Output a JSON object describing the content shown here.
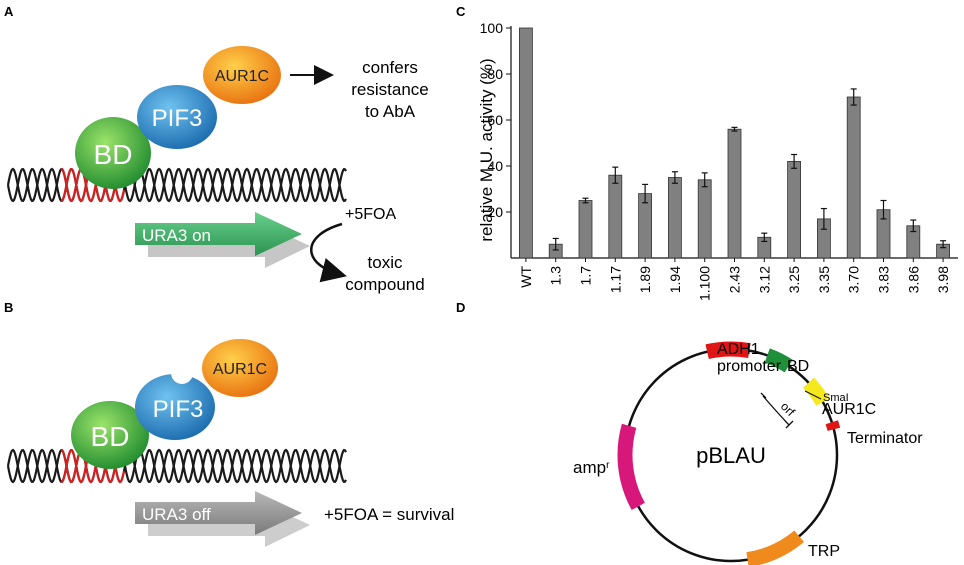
{
  "panels": {
    "a": {
      "label": "A",
      "bd": "BD",
      "pif3": "PIF3",
      "aur1c": "AUR1C",
      "result_line1": "confers",
      "result_line2": "resistance",
      "result_line3": "to AbA",
      "ura3": "URA3 on",
      "foa": "+5FOA",
      "toxic_line1": "toxic",
      "toxic_line2": "compound"
    },
    "b": {
      "label": "B",
      "bd": "BD",
      "pif3": "PIF3",
      "aur1c": "AUR1C",
      "ura3": "URA3 off",
      "survival": "+5FOA = survival"
    },
    "c": {
      "label": "C"
    },
    "d": {
      "label": "D",
      "plasmid": "pBLAU",
      "adh1_line1": "ADH1",
      "adh1_line2": "promoter",
      "bd": "BD",
      "smai": "SmaI",
      "orf": "orf",
      "aur1c": "AUR1C",
      "terminator": "Terminator",
      "amp": "amp",
      "amp_sup": "r",
      "trp": "TRP"
    }
  },
  "colors": {
    "dna_black": "#1a1a1a",
    "dna_red": "#d42020",
    "bd_green": "#3ca83c",
    "pif3_blue": "#2e86c9",
    "aur1c_orange": "#f09a1c",
    "ura3_on": "#3aa768",
    "ura3_off": "#8a8a8a",
    "bar_gray": "#808080",
    "adh1_red": "#e01515",
    "bd_box": "#1f8f3a",
    "aur1c_yellow": "#f5e81c",
    "terminator_red": "#e01515",
    "amp_magenta": "#d8177a",
    "trp_orange": "#f08a1c"
  },
  "chart_data": {
    "type": "bar",
    "ylabel": "relative M.U. activity (%)",
    "ylim": [
      0,
      100
    ],
    "yticks": [
      20,
      40,
      60,
      80,
      100
    ],
    "categories": [
      "WT",
      "1.3",
      "1.7",
      "1.17",
      "1.89",
      "1.94",
      "1.100",
      "2.43",
      "3.12",
      "3.25",
      "3.35",
      "3.70",
      "3.83",
      "3.86",
      "3.98"
    ],
    "values": [
      100,
      6,
      25,
      36,
      28,
      35,
      34,
      56,
      9,
      42,
      17,
      70,
      21,
      14,
      6
    ],
    "errors": [
      0,
      2.5,
      1,
      3.5,
      4,
      2.5,
      3,
      0.8,
      1.8,
      3,
      4.5,
      3.5,
      4,
      2.5,
      1.5
    ]
  }
}
